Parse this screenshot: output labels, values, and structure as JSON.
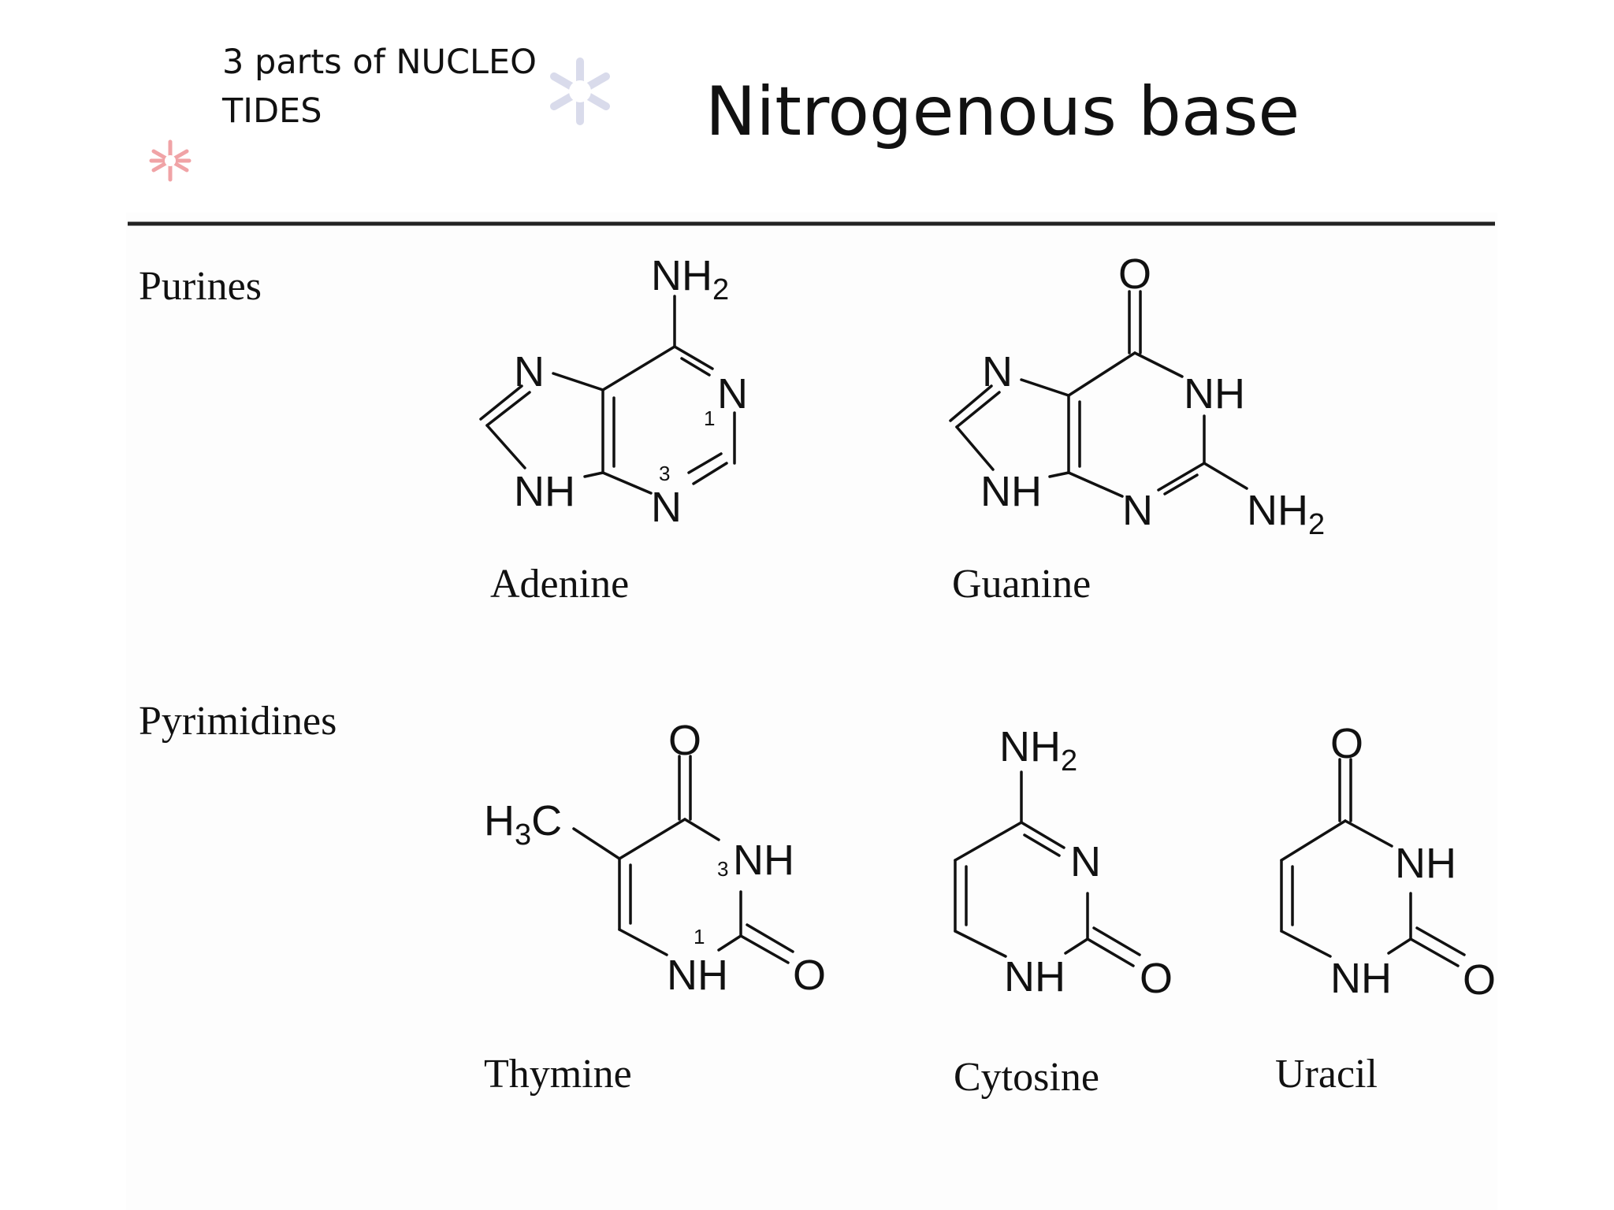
{
  "slide": {
    "subtitle_line1": "3 parts of NUCLEO",
    "subtitle_line2": "TIDES",
    "title": "Nitrogenous base"
  },
  "decor": {
    "star_lavender_color": "#d9dbeb",
    "star_pink_color": "#f0a3a6",
    "rule_color": "#222222"
  },
  "figure": {
    "purines_label": "Purines",
    "pyrimidines_label": "Pyrimidines",
    "adenine": {
      "name": "Adenine",
      "nh2": "NH",
      "nh2_sub": "2",
      "n7": "N",
      "n1": "N",
      "n1_num": "1",
      "nh9": "NH",
      "n3": "N",
      "n3_num": "3"
    },
    "guanine": {
      "name": "Guanine",
      "o": "O",
      "n7": "N",
      "nh1": "NH",
      "nh9": "NH",
      "n3": "N",
      "nh2": "NH",
      "nh2_sub": "2"
    },
    "thymine": {
      "name": "Thymine",
      "o_top": "O",
      "h3c_h": "H",
      "h3c_sub": "3",
      "h3c_c": "C",
      "nh3": "NH",
      "nh3_num": "3",
      "nh1": "NH",
      "nh1_num": "1",
      "o_right": "O"
    },
    "cytosine": {
      "name": "Cytosine",
      "nh2": "NH",
      "nh2_sub": "2",
      "n3": "N",
      "nh1": "NH",
      "o_right": "O"
    },
    "uracil": {
      "name": "Uracil",
      "o_top": "O",
      "nh3": "NH",
      "nh1": "NH",
      "o_right": "O"
    }
  }
}
